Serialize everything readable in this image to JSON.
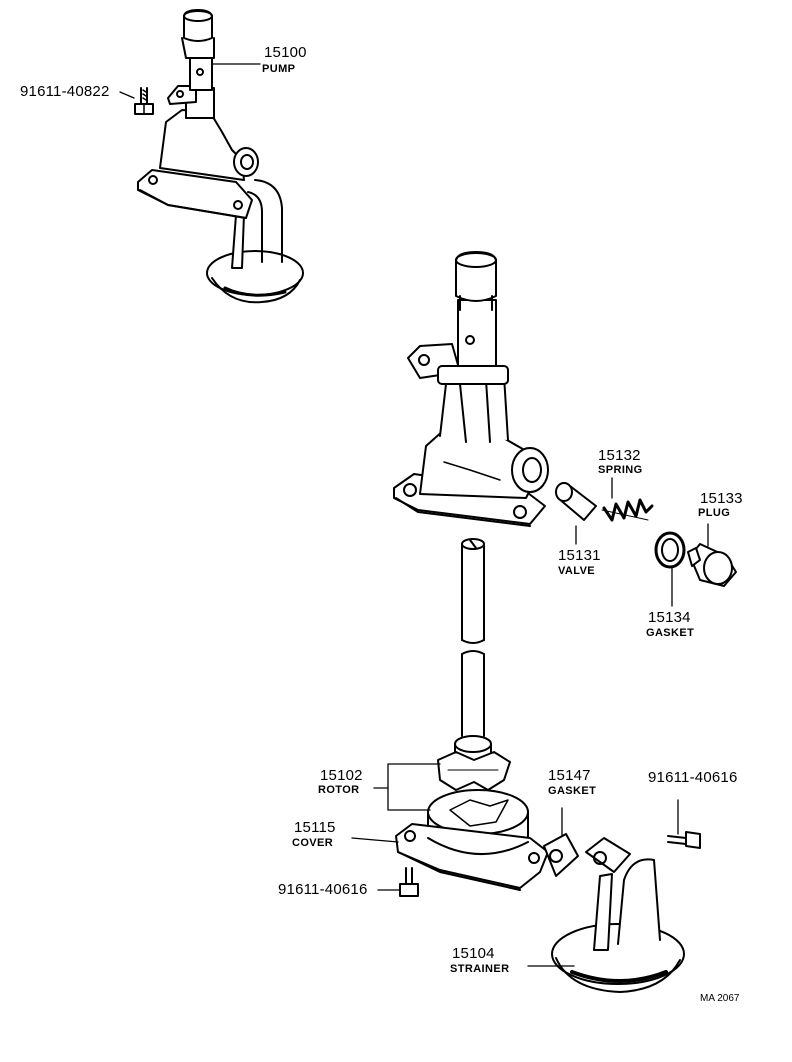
{
  "parts": {
    "pump": {
      "number": "15100",
      "name": "PUMP"
    },
    "bolt_top": {
      "number": "91611-40822"
    },
    "spring": {
      "number": "15132",
      "name": "SPRING"
    },
    "plug": {
      "number": "15133",
      "name": "PLUG"
    },
    "valve": {
      "number": "15131",
      "name": "VALVE"
    },
    "gasket_plug": {
      "number": "15134",
      "name": "GASKET"
    },
    "rotor": {
      "number": "15102",
      "name": "ROTOR"
    },
    "gasket_strainer": {
      "number": "15147",
      "name": "GASKET"
    },
    "bolt_right": {
      "number": "91611-40616"
    },
    "cover": {
      "number": "15115",
      "name": "COVER"
    },
    "bolt_bottom": {
      "number": "91611-40616"
    },
    "strainer": {
      "number": "15104",
      "name": "STRAINER"
    }
  },
  "footer": {
    "code": "MA 2067"
  }
}
